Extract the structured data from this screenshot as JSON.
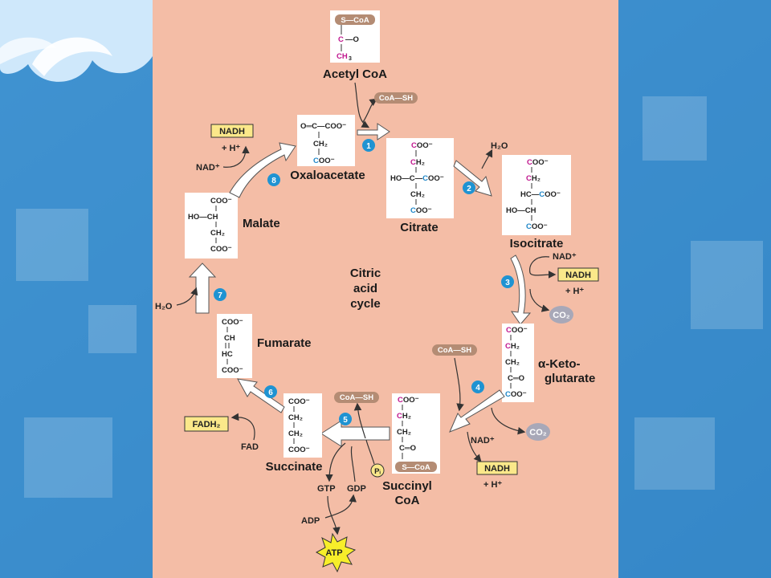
{
  "diagram": {
    "center_label": [
      "Citric",
      "acid",
      "cycle"
    ],
    "molecules": {
      "acetyl_coa": "Acetyl CoA",
      "citrate": "Citrate",
      "isocitrate": "Isocitrate",
      "alpha_ketoglutarate": [
        "α-Keto-",
        "glutarate"
      ],
      "succinyl_coa": [
        "Succinyl",
        "CoA"
      ],
      "succinate": "Succinate",
      "fumarate": "Fumarate",
      "malate": "Malate",
      "oxaloacetate": "Oxaloacetate"
    },
    "cofactors": {
      "coa_sh": "CoA—SH",
      "nad": "NAD⁺",
      "nadh": "NADH",
      "h_plus": "+ H⁺",
      "h2o": "H₂O",
      "co2": "CO₂",
      "fad": "FAD",
      "fadh2": "FADH₂",
      "gtp": "GTP",
      "gdp": "GDP",
      "adp": "ADP",
      "atp": "ATP",
      "pi": "Pᵢ",
      "s_coa": "S—CoA"
    },
    "steps": [
      "1",
      "2",
      "3",
      "4",
      "5",
      "6",
      "7",
      "8"
    ],
    "colors": {
      "panel": "#f4bda6",
      "background": "#3a8ccc",
      "nadh_box": "#fbe88a",
      "atp_burst": "#f7ee2a",
      "coa_pill": "#b48c74",
      "co2_bubble": "#a8a8b8",
      "step_circle": "#1f93d2",
      "magenta_carbon": "#c0168e",
      "blue_carbon": "#1e86c8"
    }
  }
}
